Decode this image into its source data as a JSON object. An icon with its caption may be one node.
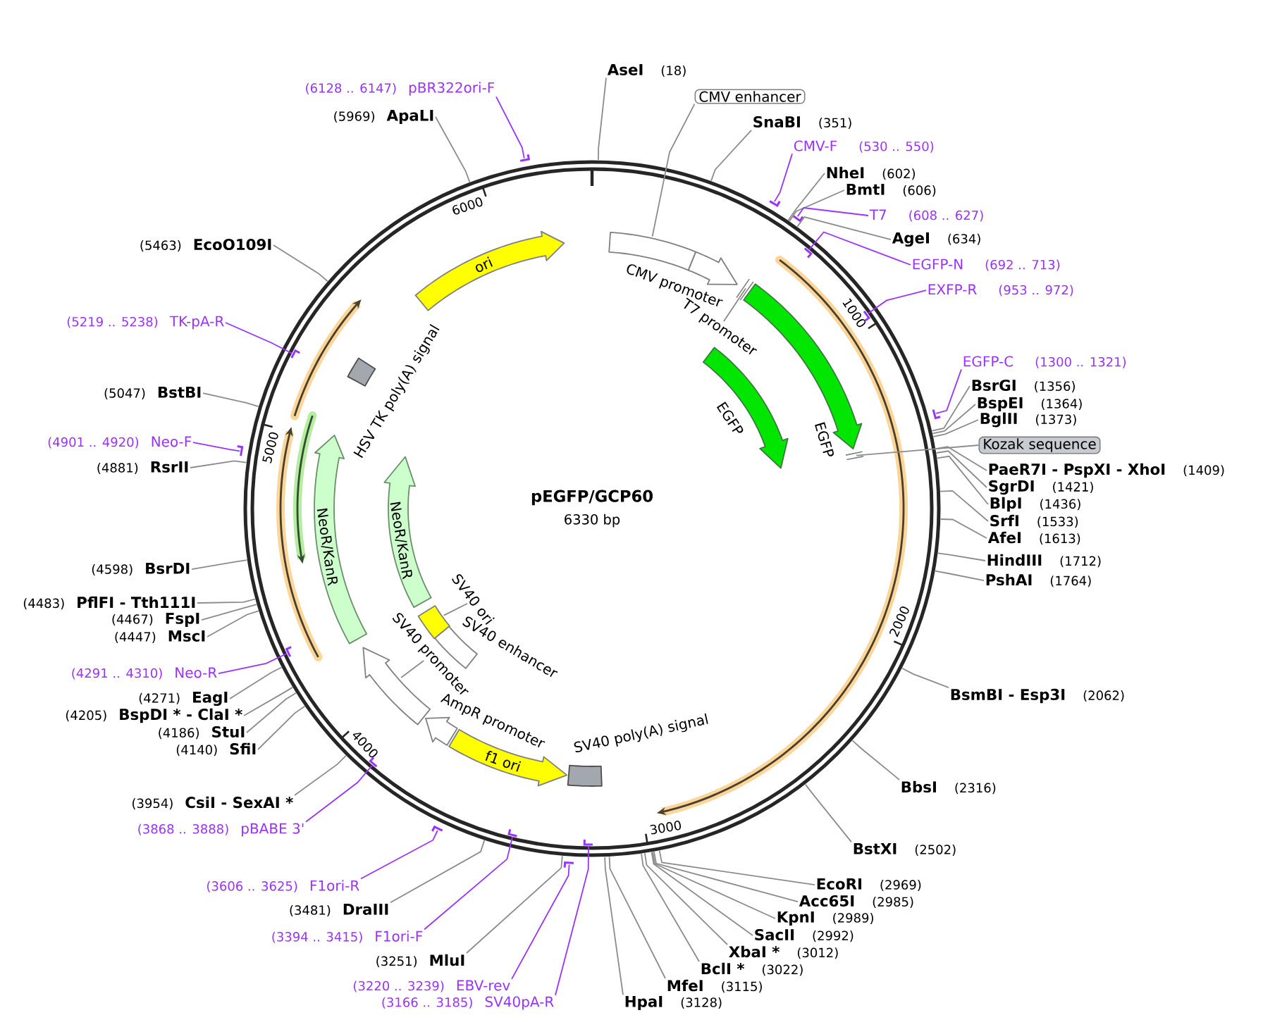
{
  "diagram": {
    "nodes": [
      {
        "text": [
          "pEGFP/GCP60",
          "6330 bp"
        ]
      },
      {
        "text": [
          "AseI",
          "(18)"
        ]
      },
      {
        "text": [
          "CMV enhancer"
        ]
      },
      {
        "text": [
          "SnaBI",
          "(351)"
        ]
      },
      {
        "text": [
          "CMV-F",
          "(530 .. 550)"
        ]
      },
      {
        "text": [],
        "shape": "bar"
      },
      {
        "text": [
          "NheI",
          "(602)"
        ]
      },
      {
        "text": [
          "BmtI",
          "(606)"
        ]
      },
      {
        "text": [
          "T7",
          "(608 .. 627)"
        ]
      },
      {
        "text": [],
        "shape": "bar"
      },
      {
        "text": [
          "AgeI",
          "(634)"
        ]
      },
      {
        "text": [
          "EGFP-N",
          "(692 .. 713)"
        ]
      },
      {
        "text": [],
        "shape": "bar",
        "in": 0
      },
      {
        "text": [
          "EXFP-R",
          "(953 .. 972)"
        ]
      },
      {
        "text": [],
        "shape": "bar",
        "in": 0
      },
      {
        "text": [
          "EGFP-C",
          "(1300 .. 1321)"
        ]
      },
      {
        "text": [],
        "shape": "bar"
      },
      {
        "text": [
          "BsrGI",
          "(1356)"
        ]
      },
      {
        "text": [
          "BspEI",
          "(1364)"
        ]
      },
      {
        "text": [
          "BglII",
          "(1373)"
        ]
      },
      {
        "text": [
          "Kozak sequence"
        ]
      },
      {
        "text": [
          "PaeR7I - PspXI - XhoI",
          "(1409)"
        ]
      },
      {
        "text": [
          "SgrDI",
          "(1421)"
        ]
      },
      {
        "text": [
          "BlpI",
          "(1436)"
        ]
      },
      {
        "text": [
          "SrfI",
          "(1533)"
        ]
      },
      {
        "text": [
          "AfeI",
          "(1613)"
        ]
      },
      {
        "text": [
          "HindIII",
          "(1712)"
        ]
      },
      {
        "text": [
          "PshAI",
          "(1764)"
        ]
      },
      {
        "text": [
          "BsmBI - Esp3I",
          "(2062)"
        ]
      },
      {
        "text": [
          "BbsI",
          "(2316)"
        ]
      },
      {
        "text": [
          "BstXI",
          "(2502)"
        ]
      },
      {
        "text": [
          "EcoRI",
          "(2969)"
        ]
      },
      {
        "text": [
          "Acc65I",
          "(2985)"
        ]
      },
      {
        "text": [
          "KpnI",
          "(2989)"
        ]
      },
      {
        "text": [
          "SacII",
          "(2992)"
        ]
      },
      {
        "text": [
          "XbaI *",
          "(3012)"
        ]
      },
      {
        "text": [
          "BclI *",
          "(3022)"
        ]
      },
      {
        "text": [
          "MfeI",
          "(3115)"
        ]
      },
      {
        "text": [
          "HpaI",
          "(3128)"
        ]
      },
      {
        "text": [
          "(3166 .. 3185)",
          "SV40pA-R"
        ]
      },
      {
        "text": [],
        "shape": "bar",
        "in": 0
      },
      {
        "text": [
          "(3220 .. 3239)",
          "EBV-rev"
        ]
      },
      {
        "text": [],
        "shape": "bar"
      },
      {
        "text": [
          "(3251)",
          "MluI"
        ]
      },
      {
        "text": [
          "(3394 .. 3415)",
          "F1ori-F"
        ]
      },
      {
        "text": [],
        "shape": "bar",
        "in": 0
      },
      {
        "text": [
          "(3481)",
          "DraIII"
        ]
      },
      {
        "text": [
          "(3606 .. 3625)",
          "F1ori-R"
        ]
      },
      {
        "text": [],
        "shape": "bar"
      },
      {
        "text": [
          "(3868 .. 3888)",
          "pBABE 3'"
        ]
      },
      {
        "text": [],
        "shape": "bar",
        "in": 0
      },
      {
        "text": [
          "(3954)",
          "CsiI - SexAI *"
        ]
      },
      {
        "text": [
          "(4140)",
          "SfiI"
        ]
      },
      {
        "text": [
          "(4186)",
          "StuI"
        ]
      },
      {
        "text": [
          "(4205)",
          "BspDI * - ClaI *"
        ]
      },
      {
        "text": [
          "(4271)",
          "EagI"
        ]
      },
      {
        "text": [
          "(4291 .. 4310)",
          "Neo-R"
        ]
      },
      {
        "text": [],
        "shape": "bar",
        "in": 0
      },
      {
        "text": [
          "(4447)",
          "MscI"
        ]
      },
      {
        "text": [
          "(4467)",
          "FspI"
        ]
      },
      {
        "text": [
          "(4483)",
          "PflFI - Tth111I"
        ]
      },
      {
        "text": [
          "(4598)",
          "BsrDI"
        ]
      },
      {
        "text": [
          "(4881)",
          "RsrII"
        ]
      },
      {
        "text": [
          "(4901 .. 4920)",
          "Neo-F"
        ]
      },
      {
        "text": [],
        "shape": "bar"
      },
      {
        "text": [
          "(5047)",
          "BstBI"
        ]
      },
      {
        "text": [
          "(5219 .. 5238)",
          "TK-pA-R"
        ]
      },
      {
        "text": [],
        "shape": "bar",
        "in": 0
      },
      {
        "text": [
          "(5463)",
          "EcoO109I"
        ]
      },
      {
        "text": [
          "(5969)",
          "ApaLI"
        ]
      },
      {
        "text": [
          "(6128 .. 6147)",
          "pBR322ori-F"
        ]
      },
      {
        "text": [],
        "shape": "bar"
      },
      {
        "text": [
          "ori"
        ],
        "in": 0
      },
      {
        "text": [],
        "shape": "box",
        "in": 0
      },
      {
        "text": [
          "CMV promoter"
        ],
        "in": 0
      },
      {
        "text": [
          "T7 promoter"
        ],
        "in": 0
      },
      {
        "text": [],
        "shape": "bar",
        "in": 0
      },
      {
        "text": [
          "EGFP"
        ],
        "in": 0
      },
      {
        "text": [
          "EGFP"
        ],
        "in": 0
      },
      {
        "text": [],
        "shape": "bar",
        "in": 0
      },
      {
        "text": [
          "SV40 poly(A) signal"
        ],
        "in": 0
      },
      {
        "text": [
          "f1 ori"
        ],
        "in": 0
      },
      {
        "text": [
          "AmpR promoter"
        ],
        "in": 0
      },
      {
        "text": [
          "SV40 promoter"
        ],
        "in": 0
      },
      {
        "text": [],
        "shape": "arrow",
        "in": 0
      },
      {
        "text": [
          "SV40 enhancer"
        ],
        "in": 0
      },
      {
        "text": [
          "SV40 ori"
        ],
        "in": 0
      },
      {
        "text": [],
        "shape": "box",
        "in": 0
      },
      {
        "text": [
          "NeoR/KanR"
        ],
        "in": 0
      },
      {
        "text": [
          "NeoR/KanR"
        ],
        "in": 0
      },
      {
        "text": [
          "HSV TK poly(A) signal"
        ],
        "in": 0
      }
    ],
    "edges": [
      {
        "from": 1,
        "to": 0,
        "arrow": "none"
      },
      {
        "from": 2,
        "to": 73,
        "arrow": "none"
      },
      {
        "from": 3,
        "to": 0,
        "arrow": "none"
      },
      {
        "from": 4,
        "to": 5,
        "arrow": "none",
        "color": "#9933ff"
      },
      {
        "from": 6,
        "to": 0,
        "arrow": "none"
      },
      {
        "from": 7,
        "to": 0,
        "arrow": "none"
      },
      {
        "from": 8,
        "to": 9,
        "arrow": "none",
        "color": "#9933ff"
      },
      {
        "from": 10,
        "to": 0,
        "arrow": "none"
      },
      {
        "from": 11,
        "to": 12,
        "arrow": "none",
        "color": "#9933ff"
      },
      {
        "from": 13,
        "to": 14,
        "arrow": "none",
        "color": "#9933ff"
      },
      {
        "from": 15,
        "to": 16,
        "arrow": "none",
        "color": "#9933ff"
      },
      {
        "from": 17,
        "to": 0,
        "arrow": "none"
      },
      {
        "from": 18,
        "to": 0,
        "arrow": "none"
      },
      {
        "from": 19,
        "to": 0,
        "arrow": "none"
      },
      {
        "from": 20,
        "to": 79,
        "arrow": "none"
      },
      {
        "from": 21,
        "to": 0,
        "arrow": "none"
      },
      {
        "from": 22,
        "to": 0,
        "arrow": "none"
      },
      {
        "from": 23,
        "to": 0,
        "arrow": "none"
      },
      {
        "from": 24,
        "to": 0,
        "arrow": "none"
      },
      {
        "from": 25,
        "to": 0,
        "arrow": "none"
      },
      {
        "from": 26,
        "to": 0,
        "arrow": "none"
      },
      {
        "from": 27,
        "to": 0,
        "arrow": "none"
      },
      {
        "from": 28,
        "to": 0,
        "arrow": "none"
      },
      {
        "from": 29,
        "to": 0,
        "arrow": "none"
      },
      {
        "from": 30,
        "to": 0,
        "arrow": "none"
      },
      {
        "from": 31,
        "to": 0,
        "arrow": "none"
      },
      {
        "from": 32,
        "to": 0,
        "arrow": "none"
      },
      {
        "from": 33,
        "to": 0,
        "arrow": "none"
      },
      {
        "from": 34,
        "to": 0,
        "arrow": "none"
      },
      {
        "from": 35,
        "to": 0,
        "arrow": "none"
      },
      {
        "from": 36,
        "to": 0,
        "arrow": "none"
      },
      {
        "from": 37,
        "to": 0,
        "arrow": "none"
      },
      {
        "from": 38,
        "to": 0,
        "arrow": "none"
      },
      {
        "from": 39,
        "to": 40,
        "arrow": "none",
        "color": "#9933ff"
      },
      {
        "from": 41,
        "to": 42,
        "arrow": "none",
        "color": "#9933ff"
      },
      {
        "from": 43,
        "to": 0,
        "arrow": "none"
      },
      {
        "from": 44,
        "to": 45,
        "arrow": "none",
        "color": "#9933ff"
      },
      {
        "from": 46,
        "to": 0,
        "arrow": "none"
      },
      {
        "from": 47,
        "to": 48,
        "arrow": "none",
        "color": "#9933ff"
      },
      {
        "from": 49,
        "to": 50,
        "arrow": "none",
        "color": "#9933ff"
      },
      {
        "from": 51,
        "to": 0,
        "arrow": "none"
      },
      {
        "from": 52,
        "to": 0,
        "arrow": "none"
      },
      {
        "from": 53,
        "to": 0,
        "arrow": "none"
      },
      {
        "from": 54,
        "to": 0,
        "arrow": "none"
      },
      {
        "from": 55,
        "to": 0,
        "arrow": "none"
      },
      {
        "from": 56,
        "to": 57,
        "arrow": "none",
        "color": "#9933ff"
      },
      {
        "from": 58,
        "to": 0,
        "arrow": "none"
      },
      {
        "from": 59,
        "to": 0,
        "arrow": "none"
      },
      {
        "from": 60,
        "to": 0,
        "arrow": "none"
      },
      {
        "from": 61,
        "to": 0,
        "arrow": "none"
      },
      {
        "from": 62,
        "to": 0,
        "arrow": "none"
      },
      {
        "from": 63,
        "to": 64,
        "arrow": "none",
        "color": "#9933ff"
      },
      {
        "from": 65,
        "to": 0,
        "arrow": "none"
      },
      {
        "from": 66,
        "to": 67,
        "arrow": "none",
        "color": "#9933ff"
      },
      {
        "from": 68,
        "to": 0,
        "arrow": "none"
      },
      {
        "from": 69,
        "to": 0,
        "arrow": "none"
      },
      {
        "from": 70,
        "to": 71,
        "arrow": "none",
        "color": "#9933ff"
      },
      {
        "from": 75,
        "to": 76,
        "arrow": "none"
      },
      {
        "from": 83,
        "to": 84,
        "arrow": "none"
      },
      {
        "from": 86,
        "to": 87,
        "arrow": "none"
      }
    ],
    "labels": [
      "1000",
      "2000",
      "3000",
      "4000",
      "5000",
      "6000"
    ]
  }
}
